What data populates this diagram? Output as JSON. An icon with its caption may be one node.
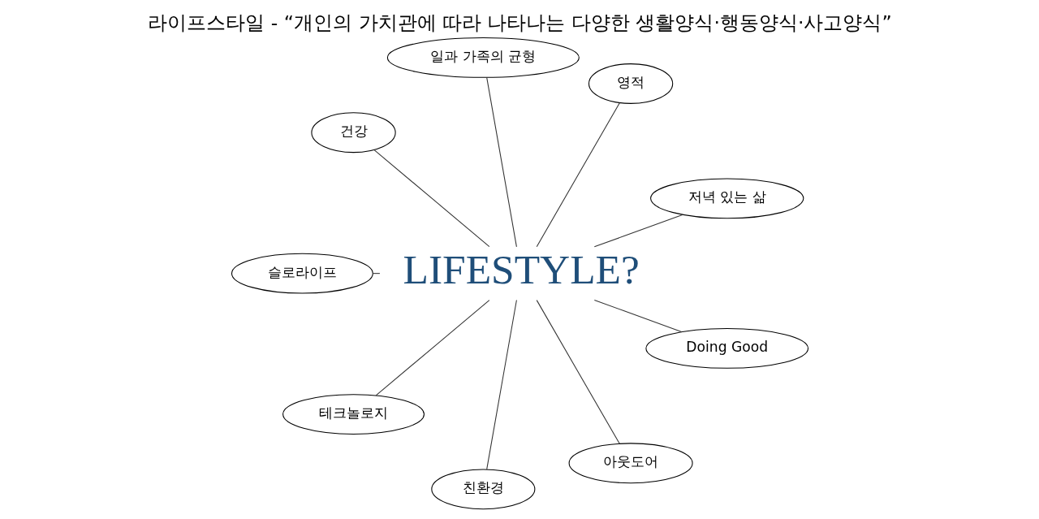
{
  "diagram": {
    "title": "라이프스타일 - “개인의 가치관에 따라 나타나는 다양한 생활양식·행동양식·사고양식”",
    "nodes": [
      {
        "text": [
          "LIFESTYLE?"
        ]
      },
      {
        "text": [
          "저녁 있는 삶"
        ]
      },
      {
        "text": [
          "영적"
        ]
      },
      {
        "text": [
          "일과 가족의 균형"
        ]
      },
      {
        "text": [
          "건강"
        ]
      },
      {
        "text": [
          "슬로라이프"
        ]
      },
      {
        "text": [
          "테크놀로지"
        ]
      },
      {
        "text": [
          "친환경"
        ]
      },
      {
        "text": [
          "아웃도어"
        ]
      },
      {
        "text": [
          "Doing Good"
        ]
      }
    ],
    "edges": [
      {
        "from": 0,
        "to": 1,
        "arrow": "none"
      },
      {
        "from": 0,
        "to": 2,
        "arrow": "none"
      },
      {
        "from": 0,
        "to": 3,
        "arrow": "none"
      },
      {
        "from": 0,
        "to": 5,
        "arrow": "none"
      },
      {
        "from": 0,
        "to": 9,
        "arrow": "none"
      },
      {
        "from": 0,
        "to": 8,
        "arrow": "none"
      },
      {
        "from": 0,
        "to": 7,
        "arrow": "none"
      },
      {
        "from": 0,
        "to": 6,
        "arrow": "none"
      },
      {
        "from": 0,
        "to": 4,
        "arrow": "none"
      }
    ]
  }
}
